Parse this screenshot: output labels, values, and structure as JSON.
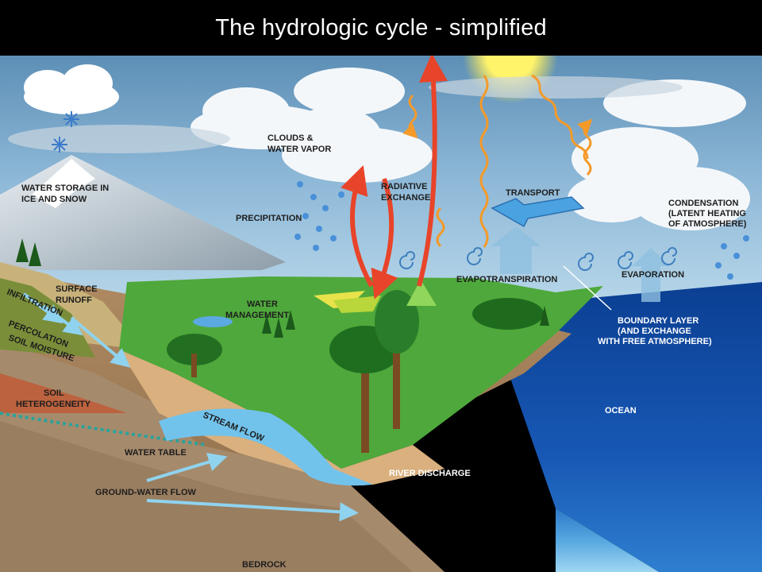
{
  "title": "The hydrologic cycle - simplified",
  "labels": {
    "clouds": [
      "CLOUDS &",
      "WATER VAPOR"
    ],
    "ice_snow": [
      "WATER STORAGE IN",
      "ICE AND SNOW"
    ],
    "precipitation": "PRECIPITATION",
    "radiative": [
      "RADIATIVE",
      "EXCHANGE"
    ],
    "transport": "TRANSPORT",
    "condensation": [
      "CONDENSATION",
      "(LATENT HEATING",
      "OF ATMOSPHERE)"
    ],
    "surface_runoff": [
      "SURFACE",
      "RUNOFF"
    ],
    "infiltration": "INFILTRATION",
    "percolation": "PERCOLATION",
    "soil_moisture": "SOIL MOISTURE",
    "water_management": [
      "WATER",
      "MANAGEMENT"
    ],
    "evapotranspiration": "EVAPOTRANSPIRATION",
    "evaporation": "EVAPORATION",
    "boundary": [
      "BOUNDARY LAYER",
      "(AND EXCHANGE",
      "WITH FREE ATMOSPHERE)"
    ],
    "soil_het": [
      "SOIL",
      "HETEROGENEITY"
    ],
    "ocean": "OCEAN",
    "stream_flow": "STREAM FLOW",
    "water_table": "WATER TABLE",
    "river_discharge": "RIVER DISCHARGE",
    "groundwater": "GROUND-WATER FLOW",
    "bedrock": "BEDROCK"
  }
}
